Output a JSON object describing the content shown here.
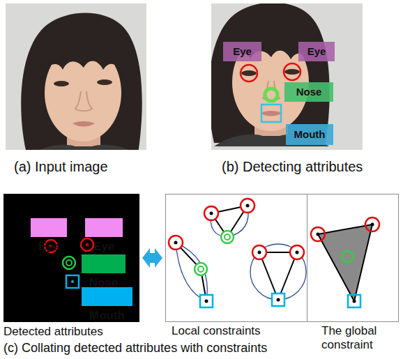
{
  "diagram": {
    "nodes": [
      {
        "text": [
          "Eye"
        ]
      },
      {
        "text": [
          "Eye"
        ]
      },
      {
        "text": [
          "Nose"
        ]
      },
      {
        "text": [
          "Mouth"
        ]
      },
      {
        "text": [
          "Detected attributes"
        ]
      },
      {
        "text": [
          "Eye"
        ],
        "in": 4
      },
      {
        "text": [
          "Eye"
        ],
        "in": 4
      },
      {
        "text": [
          "Nose"
        ],
        "in": 4
      },
      {
        "text": [
          "Mouth"
        ],
        "in": 4
      },
      {
        "text": [
          "Local constraints"
        ]
      },
      {
        "text": [
          "The global constraint"
        ]
      }
    ],
    "edges": [
      {
        "from": 4,
        "to": 9,
        "arrow": "both"
      }
    ],
    "labels": [
      "(a) Input image",
      "(b) Detecting attributes",
      "(c) Collating detected attributes with constraints"
    ]
  }
}
